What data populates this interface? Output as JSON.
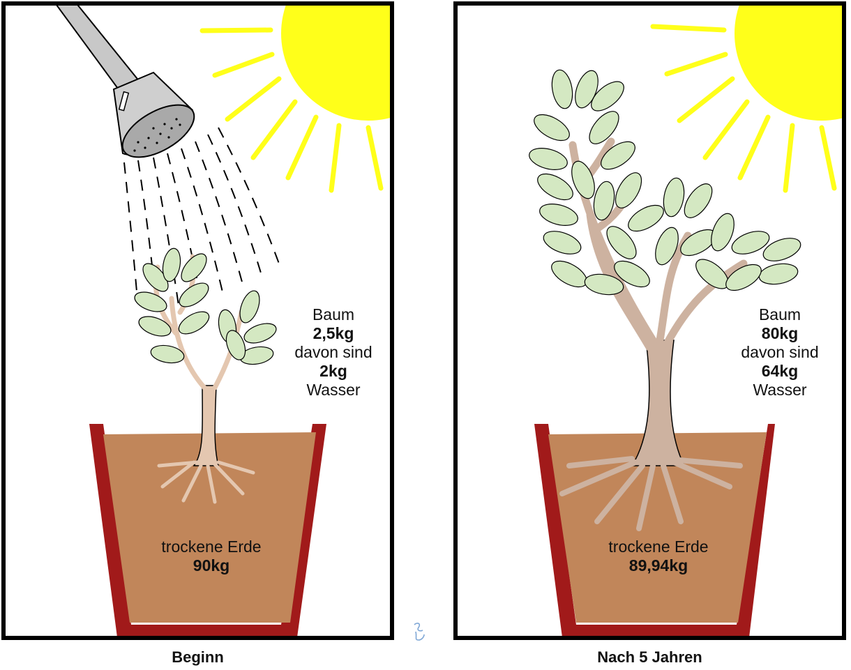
{
  "panels": [
    {
      "tree_label": "Baum",
      "tree_mass": "2,5kg",
      "of_which": "davon sind",
      "water_mass": "2kg",
      "water_label": "Wasser",
      "soil_label": "trockene Erde",
      "soil_mass": "90kg",
      "caption": "Beginn"
    },
    {
      "tree_label": "Baum",
      "tree_mass": "80kg",
      "of_which": "davon sind",
      "water_mass": "64kg",
      "water_label": "Wasser",
      "soil_label": "trockene Erde",
      "soil_mass": "89,94kg",
      "caption": "Nach 5 Jahren"
    }
  ],
  "colors": {
    "sun": "#ffff1a",
    "soil": "#c1865a",
    "pot": "#a11a1a",
    "leaf": "#d4e8c2",
    "trunk": "#e4c7b0",
    "trunk_old": "#cdb2a0",
    "frame": "#000000",
    "can": "#cccccc"
  },
  "icons": [
    "watering-can-icon",
    "sun-icon",
    "signature-icon"
  ]
}
